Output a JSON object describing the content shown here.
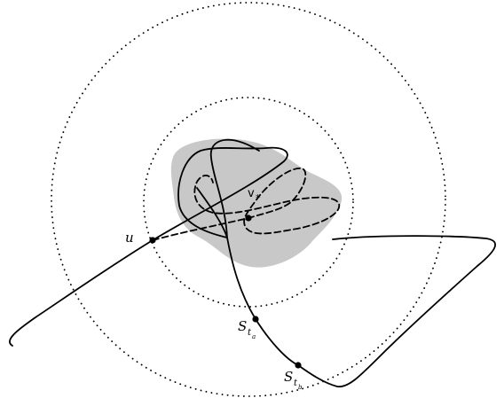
{
  "labels": {
    "u": "u",
    "v_star": "v",
    "v_star_sub": "*",
    "s_ta": "S",
    "s_ta_sub": "t",
    "s_ta_subsub": "a",
    "s_tb": "S",
    "s_tb_sub": "t",
    "s_tb_subsub": "b"
  },
  "colors": {
    "region": "#c8c8c8",
    "curve": "#000000",
    "circle": "#000000"
  }
}
